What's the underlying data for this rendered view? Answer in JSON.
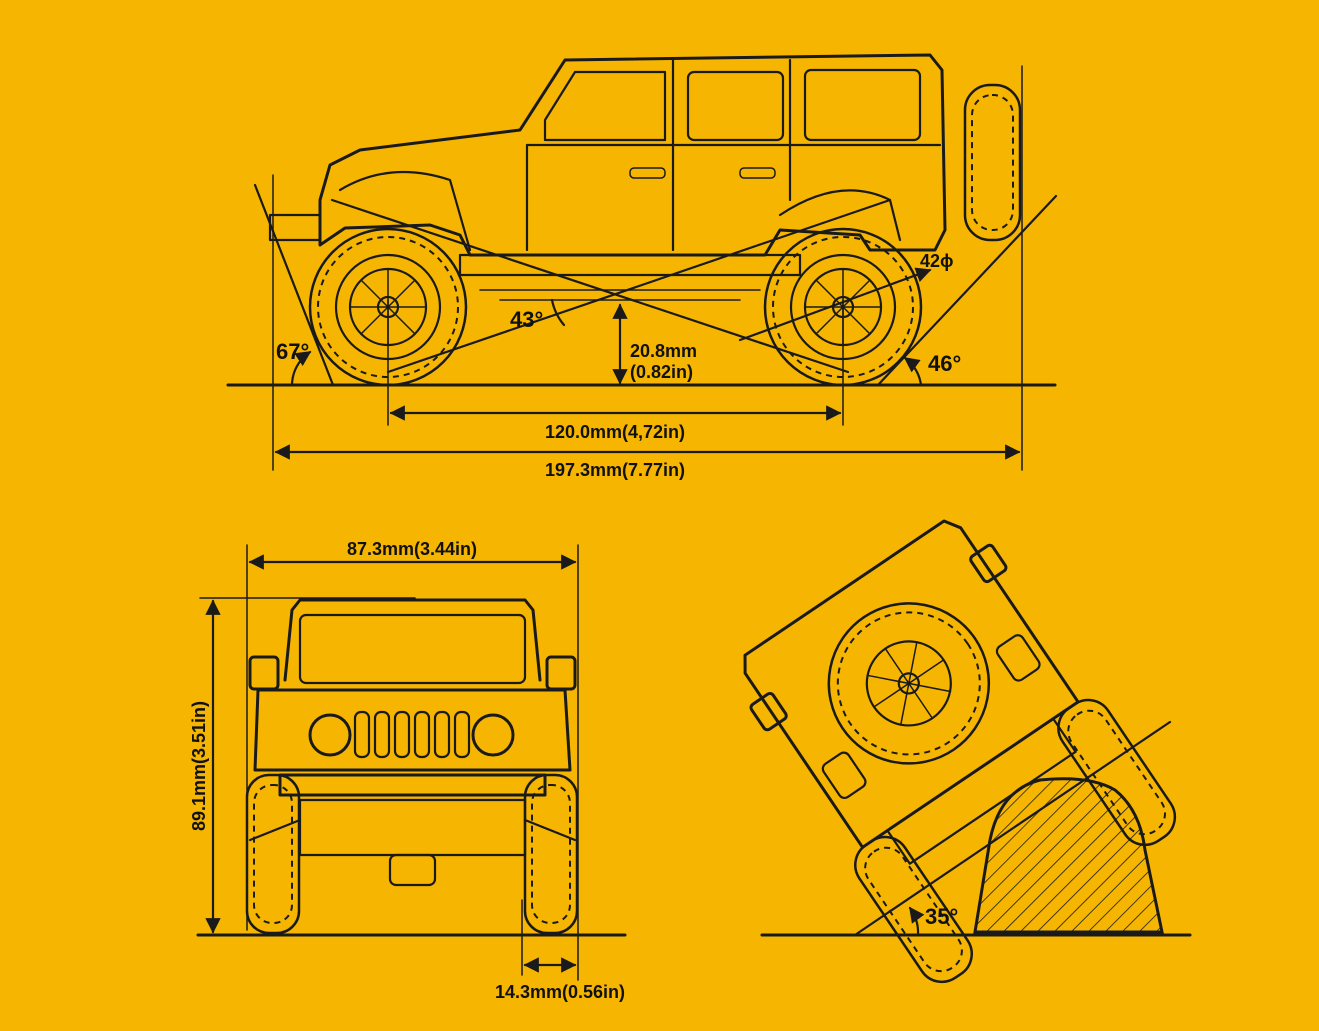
{
  "colors": {
    "background": "#F6B500",
    "ink": "#1a1a1a"
  },
  "side_view": {
    "angle_front": "67°",
    "angle_rear": "46°",
    "angle_breakover": "43°",
    "tire_diameter": "42ϕ",
    "ground_clearance_mm": "20.8mm",
    "ground_clearance_in": "(0.82in)",
    "wheelbase": "120.0mm(4,72in)",
    "overall_length": "197.3mm(7.77in)"
  },
  "front_view": {
    "width": "87.3mm(3.44in)",
    "height": "89.1mm(3.51in)",
    "tire_width": "14.3mm(0.56in)"
  },
  "climb_view": {
    "climb_angle": "35°"
  }
}
